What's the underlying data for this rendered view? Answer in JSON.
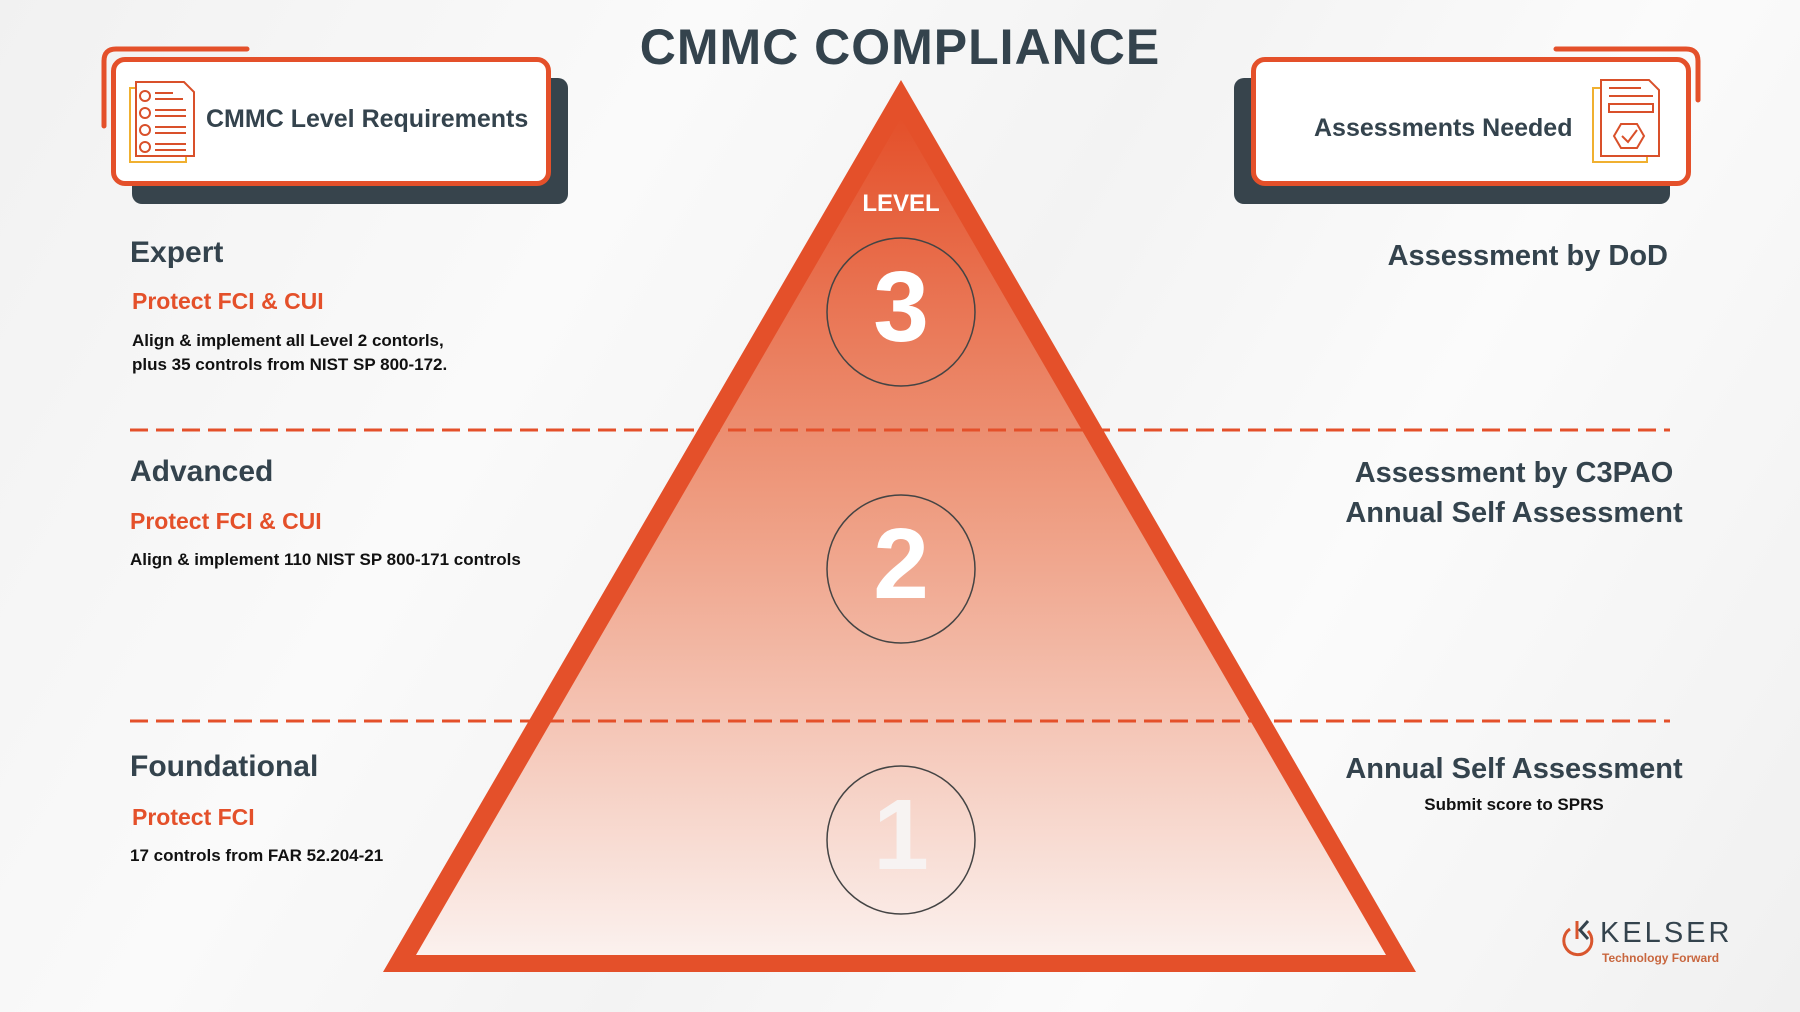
{
  "title": "CMMC COMPLIANCE",
  "colors": {
    "accent": "#e4502a",
    "dark": "#34434d",
    "shadow": "#37444c"
  },
  "left_header": {
    "label": "CMMC Level Requirements",
    "icon": "checklist-document-icon"
  },
  "right_header": {
    "label": "Assessments Needed",
    "icon": "document-check-badge-icon"
  },
  "pyramid": {
    "label": "LEVEL",
    "levels": [
      "3",
      "2",
      "1"
    ]
  },
  "levels": [
    {
      "name": "Expert",
      "protect": "Protect FCI & CUI",
      "description": [
        "Align & implement all Level 2 contorls,",
        "plus 35 controls from NIST SP 800-172."
      ],
      "assessment": [
        "Assessment by DoD"
      ],
      "note": ""
    },
    {
      "name": "Advanced",
      "protect": "Protect FCI & CUI",
      "description": [
        "Align & implement 110 NIST SP 800-171 controls"
      ],
      "assessment": [
        "Assessment by C3PAO",
        "Annual Self Assessment"
      ],
      "note": ""
    },
    {
      "name": "Foundational",
      "protect": "Protect FCI",
      "description": [
        "17 controls from FAR 52.204-21"
      ],
      "assessment": [
        "Annual Self Assessment"
      ],
      "note": "Submit score to SPRS"
    }
  ],
  "logo": {
    "name": "KELSER",
    "tagline": "Technology Forward"
  }
}
